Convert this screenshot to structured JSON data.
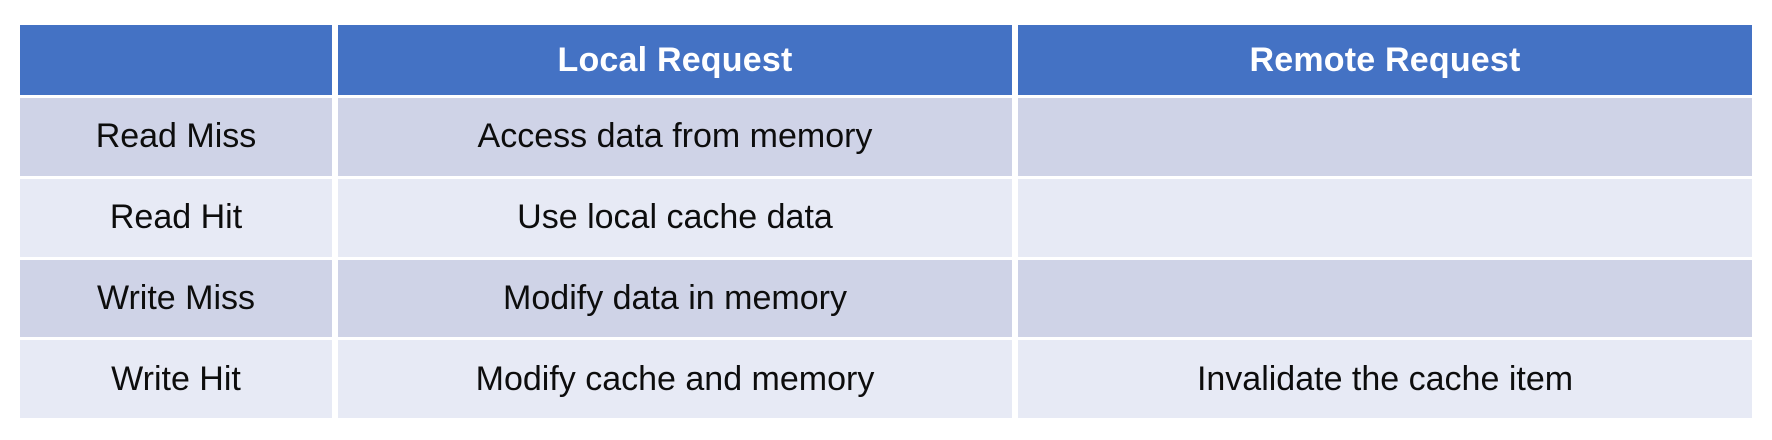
{
  "table": {
    "accent_color": "#4472C4",
    "band_dark_color": "#CFD3E7",
    "band_light_color": "#E7EAF5",
    "header_text_color": "#FFFFFF",
    "body_text_color": "#0D0D0D",
    "columns": [
      {
        "key": "case",
        "header": ""
      },
      {
        "key": "local",
        "header": "Local Request"
      },
      {
        "key": "remote",
        "header": "Remote Request"
      }
    ],
    "rows": [
      {
        "case": "Read Miss",
        "local": "Access data from memory",
        "remote": ""
      },
      {
        "case": "Read Hit",
        "local": "Use local cache data",
        "remote": ""
      },
      {
        "case": "Write Miss",
        "local": "Modify data in memory",
        "remote": ""
      },
      {
        "case": "Write Hit",
        "local": "Modify cache and memory",
        "remote": "Invalidate the cache item"
      }
    ]
  }
}
